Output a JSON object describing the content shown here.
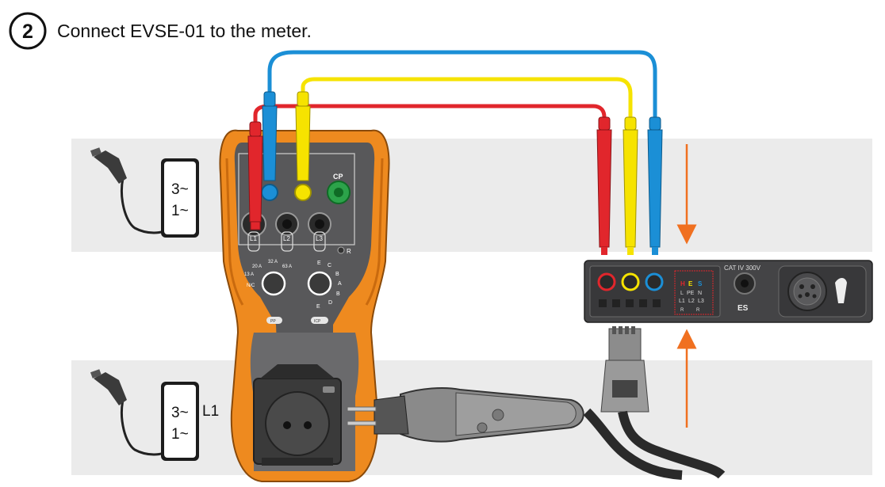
{
  "step": {
    "number": "2",
    "title": "Connect EVSE-01 to the meter."
  },
  "top_adapter": {
    "label_line1": "3~",
    "label_line2": "1~"
  },
  "bottom_adapter": {
    "label_line1": "3~",
    "label_line2": "1~",
    "side_label": "L1"
  },
  "meter": {
    "cp_label": "CP",
    "socket_labels": [
      "L1",
      "L2",
      "L3"
    ],
    "r_label": "R",
    "left_dial_labels": [
      "20 A",
      "32 A",
      "13 A",
      "63 A",
      "N/C"
    ],
    "right_dial_labels": [
      "E",
      "C",
      "B",
      "A",
      "B",
      "D",
      "E"
    ],
    "button_left": "PP",
    "button_right": "ICP"
  },
  "evse": {
    "cat_label": "CAT IV 300V",
    "mode_letters": [
      "H",
      "E",
      "S"
    ],
    "pe_row": [
      "L",
      "PE",
      "N"
    ],
    "phase_row": [
      "L1",
      "L2",
      "L3"
    ],
    "r_row": [
      "R",
      "R"
    ],
    "es_label": "ES"
  },
  "colors": {
    "orange": "#ee8a1f",
    "red_lead": "#e1262c",
    "blue_lead": "#1b8fd6",
    "yellow_lead": "#f6e300",
    "green_socket": "#2ca34a",
    "arrow": "#f07020",
    "band": "#ebebeb"
  }
}
